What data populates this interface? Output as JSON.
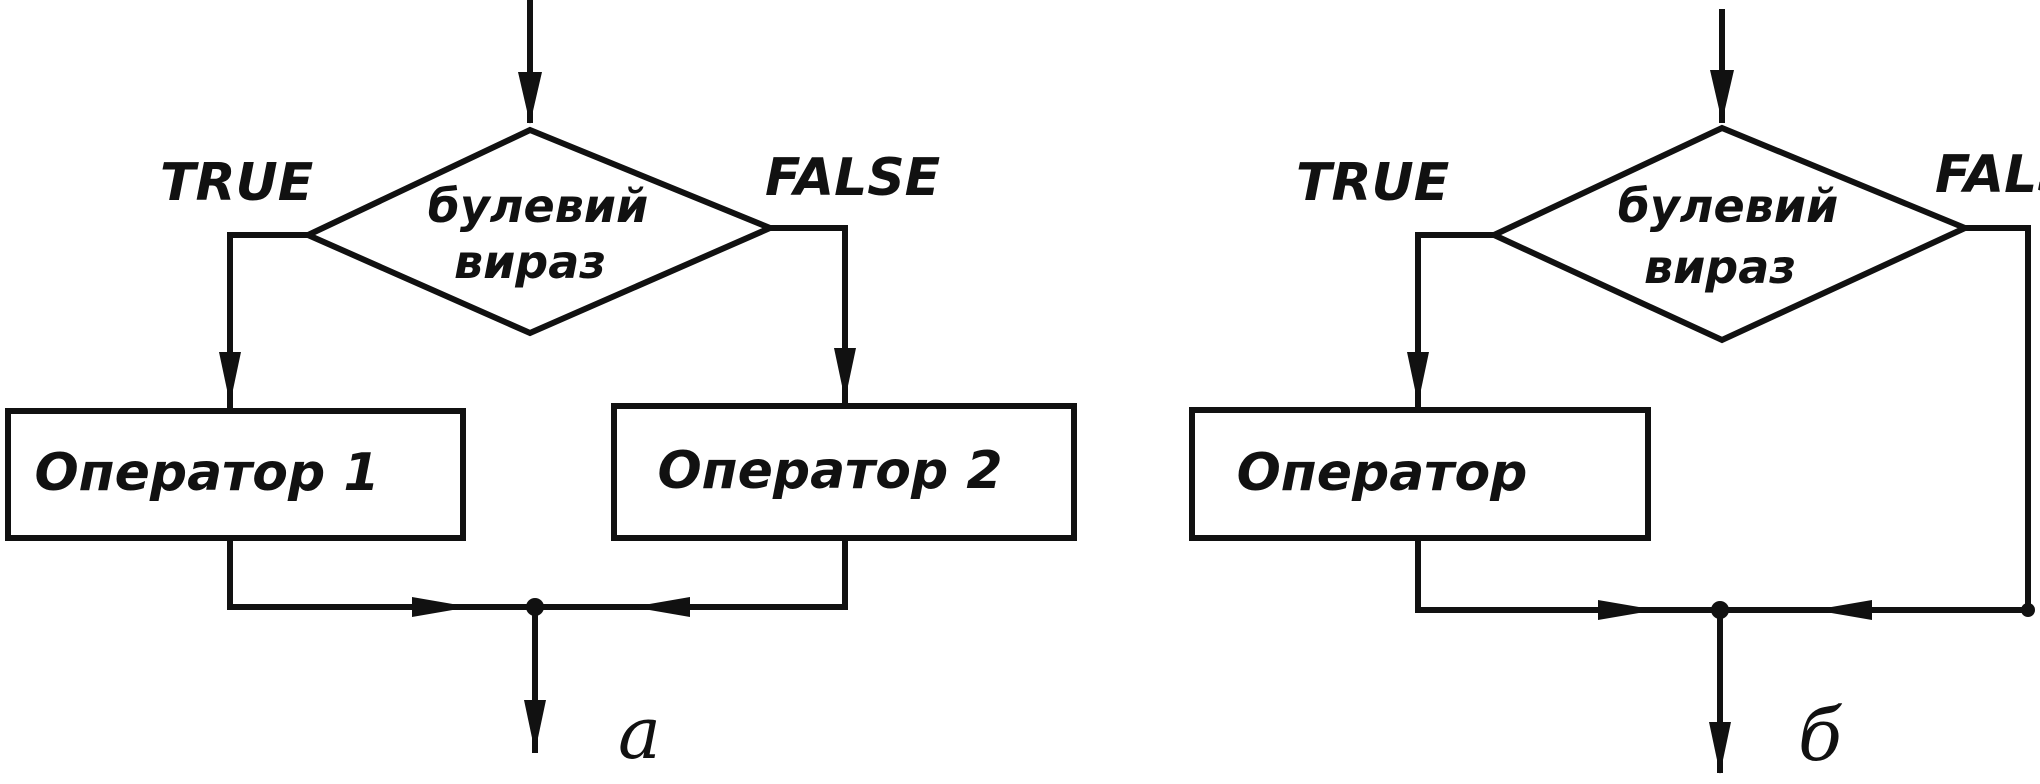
{
  "diagrams": [
    {
      "id": "a",
      "true_label": "TRUE",
      "false_label": "FALSE",
      "condition_line1": "булевий",
      "condition_line2": "вираз",
      "operator1": "Оператор 1",
      "operator2": "Оператор 2",
      "caption": "а"
    },
    {
      "id": "b",
      "true_label": "TRUE",
      "false_label": "FALS",
      "condition_line1": "булевий",
      "condition_line2": "вираз",
      "operator1": "Оператор",
      "caption": "б"
    }
  ]
}
